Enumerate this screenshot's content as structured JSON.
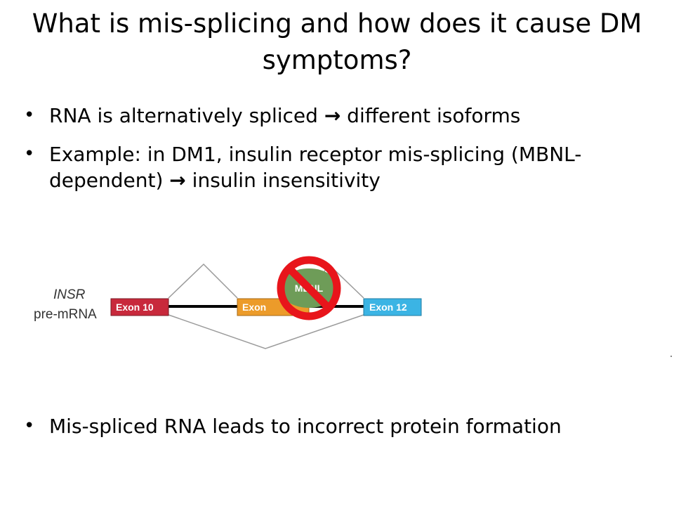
{
  "slide": {
    "title": "What is mis-splicing and how does it cause DM symptoms?"
  },
  "bullets": [
    {
      "before_arrow": "RNA is alternatively spliced ",
      "arrow": "→",
      "after_arrow": " different isoforms"
    },
    {
      "before_arrow": "Example: in DM1, insulin receptor mis-splicing (MBNL- dependent) ",
      "arrow": "→",
      "after_arrow": " insulin insensitivity"
    },
    {
      "text": "Mis-spliced RNA leads to incorrect protein formation"
    }
  ],
  "diagram": {
    "gene_label": "INSR",
    "transcript_label": "pre-mRNA",
    "exons": [
      {
        "label": "Exon 10",
        "color": "#c8293c"
      },
      {
        "label": "Exon",
        "color": "#ec9b2a"
      },
      {
        "label": "Exon 12",
        "color": "#3bb4e4"
      }
    ],
    "protein_label": "MBNL",
    "protein_color": "#6e9c58",
    "prohibition_color": "#e8151b",
    "line_color": "#000000",
    "splice_line_color": "#9b9b9b"
  }
}
